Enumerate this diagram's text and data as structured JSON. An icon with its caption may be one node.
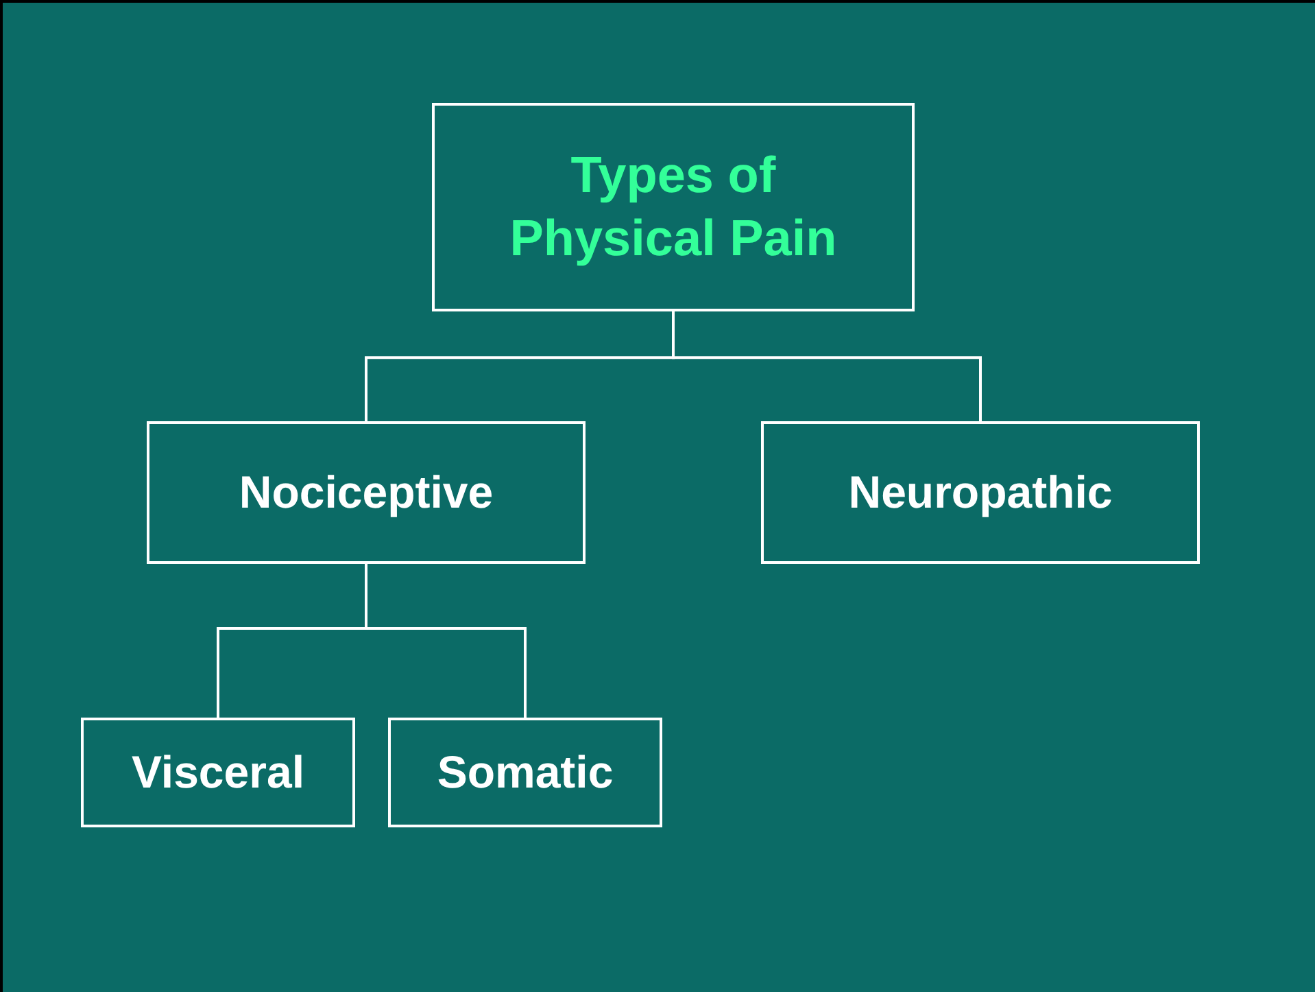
{
  "diagram": {
    "nodes": [
      {
        "text": [
          "Types of Physical Pain"
        ]
      },
      {
        "text": [
          "Nociceptive"
        ]
      },
      {
        "text": [
          "Neuropathic"
        ]
      },
      {
        "text": [
          "Visceral"
        ]
      },
      {
        "text": [
          "Somatic"
        ]
      }
    ],
    "edges": [
      {
        "from": 0,
        "to": 1,
        "arrow": "none"
      },
      {
        "from": 0,
        "to": 2,
        "arrow": "none"
      },
      {
        "from": 1,
        "to": 3,
        "arrow": "none"
      },
      {
        "from": 1,
        "to": 4,
        "arrow": "none"
      }
    ]
  }
}
